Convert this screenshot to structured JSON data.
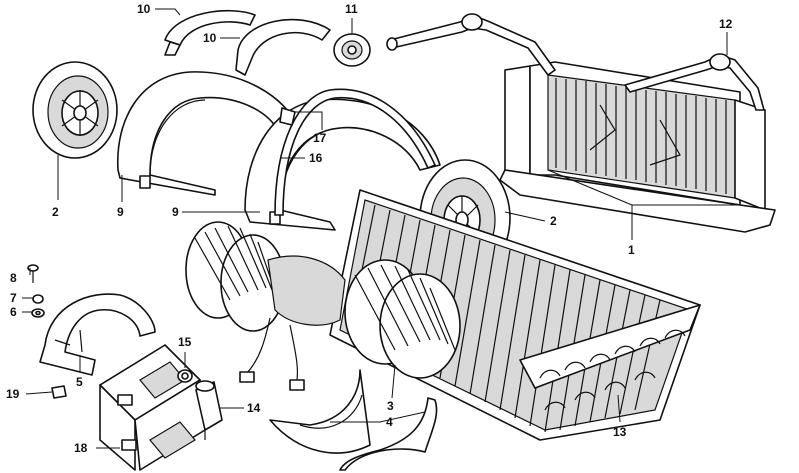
{
  "diagram": {
    "callouts": [
      {
        "id": "c-10a",
        "text": "10"
      },
      {
        "id": "c-10b",
        "text": "10"
      },
      {
        "id": "c-11",
        "text": "11"
      },
      {
        "id": "c-12",
        "text": "12"
      },
      {
        "id": "c-2a",
        "text": "2"
      },
      {
        "id": "c-9a",
        "text": "9"
      },
      {
        "id": "c-17",
        "text": "17"
      },
      {
        "id": "c-16",
        "text": "16"
      },
      {
        "id": "c-9b",
        "text": "9"
      },
      {
        "id": "c-2b",
        "text": "2"
      },
      {
        "id": "c-1",
        "text": "1"
      },
      {
        "id": "c-8",
        "text": "8"
      },
      {
        "id": "c-7",
        "text": "7"
      },
      {
        "id": "c-6",
        "text": "6"
      },
      {
        "id": "c-15",
        "text": "15"
      },
      {
        "id": "c-19",
        "text": "19"
      },
      {
        "id": "c-5",
        "text": "5"
      },
      {
        "id": "c-14",
        "text": "14"
      },
      {
        "id": "c-3",
        "text": "3"
      },
      {
        "id": "c-4",
        "text": "4"
      },
      {
        "id": "c-18",
        "text": "18"
      },
      {
        "id": "c-13",
        "text": "13"
      }
    ],
    "colors": {
      "ink": "#111111",
      "paper": "#ffffff",
      "shade": "#d9d9d9"
    }
  }
}
